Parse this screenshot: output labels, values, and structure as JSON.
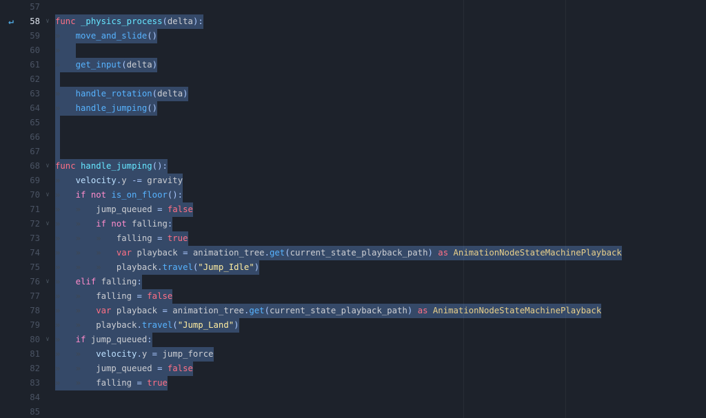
{
  "editor": {
    "kind": "script-code-editor",
    "language": "GDScript"
  },
  "colors": {
    "bg": "#1d222b",
    "text": "#ccced3",
    "lnum": "#4a5363",
    "lnum_active": "#dfe5ee",
    "sel": "#689CE854",
    "kw": "#ff7085",
    "flow": "#ff8ccc",
    "def": "#66e6ff",
    "fn": "#57b3ff",
    "str": "#ffeda1",
    "type": "#e8cf8a",
    "sym": "#abc9ff",
    "mem": "#bce0ff",
    "tab": "#3d4754",
    "fold": "#49535f",
    "icon": "#4fa8e0",
    "guideline": "#ffffff0d"
  },
  "icons": {
    "fold_chevron": "∨",
    "executing_line_arrow": "↵",
    "tab_marker": "»"
  },
  "guidelines": {
    "columns": [
      80,
      100
    ]
  },
  "lines": [
    {
      "n": 57
    },
    {
      "n": 58,
      "active": true,
      "fold": true,
      "icon": true,
      "sel": true,
      "tok": [
        [
          "kw",
          "func "
        ],
        [
          "def",
          "_physics_process"
        ],
        [
          "sym",
          "("
        ],
        [
          "id",
          "delta"
        ],
        [
          "sym",
          "):"
        ]
      ]
    },
    {
      "n": 59,
      "ind": 1,
      "sel": true,
      "tok": [
        [
          "fn",
          "move_and_slide"
        ],
        [
          "sym",
          "()"
        ]
      ]
    },
    {
      "n": 60,
      "ind": 1,
      "sel": true
    },
    {
      "n": 61,
      "ind": 1,
      "sel": true,
      "tok": [
        [
          "fn",
          "get_input"
        ],
        [
          "sym",
          "("
        ],
        [
          "id",
          "delta"
        ],
        [
          "sym",
          ")"
        ]
      ]
    },
    {
      "n": 62,
      "sel": true
    },
    {
      "n": 63,
      "ind": 1,
      "sel": true,
      "tok": [
        [
          "fn",
          "handle_rotation"
        ],
        [
          "sym",
          "("
        ],
        [
          "id",
          "delta"
        ],
        [
          "sym",
          ")"
        ]
      ]
    },
    {
      "n": 64,
      "ind": 1,
      "sel": true,
      "tok": [
        [
          "fn",
          "handle_jumping"
        ],
        [
          "sym",
          "()"
        ]
      ]
    },
    {
      "n": 65,
      "sel": true
    },
    {
      "n": 66,
      "sel": true
    },
    {
      "n": 67,
      "sel": true
    },
    {
      "n": 68,
      "fold": true,
      "sel": true,
      "tok": [
        [
          "kw",
          "func "
        ],
        [
          "def",
          "handle_jumping"
        ],
        [
          "sym",
          "():"
        ]
      ]
    },
    {
      "n": 69,
      "ind": 1,
      "sel": true,
      "tok": [
        [
          "mem",
          "velocity"
        ],
        [
          "sym",
          "."
        ],
        [
          "id",
          "y "
        ],
        [
          "sym",
          "-= "
        ],
        [
          "id",
          "gravity"
        ]
      ]
    },
    {
      "n": 70,
      "fold": true,
      "ind": 1,
      "sel": true,
      "tok": [
        [
          "flow",
          "if not "
        ],
        [
          "fn",
          "is_on_floor"
        ],
        [
          "sym",
          "():"
        ]
      ]
    },
    {
      "n": 71,
      "ind": 2,
      "sel": true,
      "tok": [
        [
          "id",
          "jump_queued "
        ],
        [
          "sym",
          "= "
        ],
        [
          "kw",
          "false"
        ]
      ]
    },
    {
      "n": 72,
      "fold": true,
      "ind": 2,
      "sel": true,
      "tok": [
        [
          "flow",
          "if not "
        ],
        [
          "id",
          "falling"
        ],
        [
          "sym",
          ":"
        ]
      ]
    },
    {
      "n": 73,
      "ind": 3,
      "sel": true,
      "tok": [
        [
          "id",
          "falling "
        ],
        [
          "sym",
          "= "
        ],
        [
          "kw",
          "true"
        ]
      ]
    },
    {
      "n": 74,
      "ind": 3,
      "sel": true,
      "tok": [
        [
          "kw",
          "var "
        ],
        [
          "id",
          "playback "
        ],
        [
          "sym",
          "= "
        ],
        [
          "id",
          "animation_tree"
        ],
        [
          "sym",
          "."
        ],
        [
          "fn",
          "get"
        ],
        [
          "sym",
          "("
        ],
        [
          "id",
          "current_state_playback_path"
        ],
        [
          "sym",
          ") "
        ],
        [
          "kw",
          "as "
        ],
        [
          "type",
          "AnimationNodeStateMachinePlayback"
        ]
      ]
    },
    {
      "n": 75,
      "ind": 3,
      "sel": true,
      "tok": [
        [
          "id",
          "playback"
        ],
        [
          "sym",
          "."
        ],
        [
          "fn",
          "travel"
        ],
        [
          "sym",
          "("
        ],
        [
          "str",
          "\"Jump_Idle\""
        ],
        [
          "sym",
          ")"
        ]
      ]
    },
    {
      "n": 76,
      "fold": true,
      "ind": 1,
      "sel": true,
      "tok": [
        [
          "flow",
          "elif "
        ],
        [
          "id",
          "falling"
        ],
        [
          "sym",
          ":"
        ]
      ]
    },
    {
      "n": 77,
      "ind": 2,
      "sel": true,
      "tok": [
        [
          "id",
          "falling "
        ],
        [
          "sym",
          "= "
        ],
        [
          "kw",
          "false"
        ]
      ]
    },
    {
      "n": 78,
      "ind": 2,
      "sel": true,
      "tok": [
        [
          "kw",
          "var "
        ],
        [
          "id",
          "playback "
        ],
        [
          "sym",
          "= "
        ],
        [
          "id",
          "animation_tree"
        ],
        [
          "sym",
          "."
        ],
        [
          "fn",
          "get"
        ],
        [
          "sym",
          "("
        ],
        [
          "id",
          "current_state_playback_path"
        ],
        [
          "sym",
          ") "
        ],
        [
          "kw",
          "as "
        ],
        [
          "type",
          "AnimationNodeStateMachinePlayback"
        ]
      ]
    },
    {
      "n": 79,
      "ind": 2,
      "sel": true,
      "tok": [
        [
          "id",
          "playback"
        ],
        [
          "sym",
          "."
        ],
        [
          "fn",
          "travel"
        ],
        [
          "sym",
          "("
        ],
        [
          "str",
          "\"Jump_Land\""
        ],
        [
          "sym",
          ")"
        ]
      ]
    },
    {
      "n": 80,
      "fold": true,
      "ind": 1,
      "sel": true,
      "tok": [
        [
          "flow",
          "if "
        ],
        [
          "id",
          "jump_queued"
        ],
        [
          "sym",
          ":"
        ]
      ]
    },
    {
      "n": 81,
      "ind": 2,
      "sel": true,
      "tok": [
        [
          "mem",
          "velocity"
        ],
        [
          "sym",
          "."
        ],
        [
          "id",
          "y "
        ],
        [
          "sym",
          "= "
        ],
        [
          "id",
          "jump_force"
        ]
      ]
    },
    {
      "n": 82,
      "ind": 2,
      "sel": true,
      "tok": [
        [
          "id",
          "jump_queued "
        ],
        [
          "sym",
          "= "
        ],
        [
          "kw",
          "false"
        ]
      ]
    },
    {
      "n": 83,
      "ind": 2,
      "sel": true,
      "tok": [
        [
          "id",
          "falling "
        ],
        [
          "sym",
          "= "
        ],
        [
          "kw",
          "true"
        ]
      ]
    },
    {
      "n": 84
    },
    {
      "n": 85
    }
  ]
}
